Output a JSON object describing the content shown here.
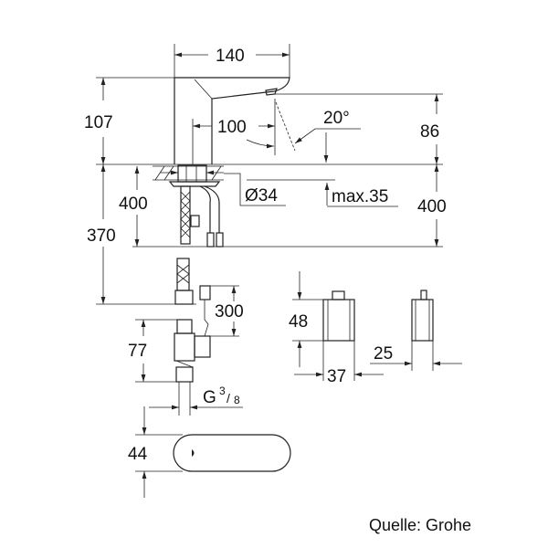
{
  "dimensions": {
    "faucet_width": "140",
    "faucet_height": "107",
    "spout_height": "86",
    "spout_reach": "100",
    "spray_angle": "20°",
    "hole_diameter": "Ø34",
    "deck_thickness": "max.35",
    "hose_length_left": "400",
    "hose_length_right": "400",
    "total_hose": "370",
    "cable_length": "300",
    "valve_height": "77",
    "thread": "G",
    "thread_num": "3",
    "thread_den": "8",
    "base_depth": "44",
    "box_height": "48",
    "box_width": "37",
    "box_depth": "25"
  },
  "source_label": "Quelle: Grohe"
}
